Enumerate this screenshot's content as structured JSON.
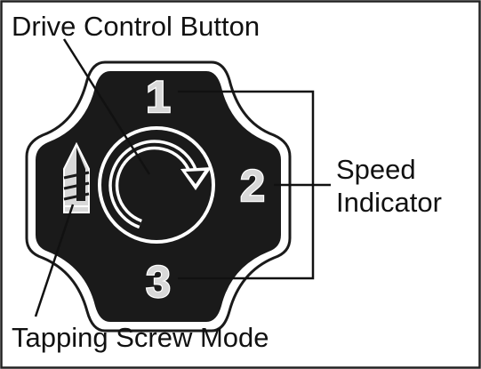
{
  "labels": {
    "drive_control_button": "Drive Control Button",
    "speed_indicator_line1": "Speed",
    "speed_indicator_line2": "Indicator",
    "tapping_screw_mode": "Tapping Screw Mode"
  },
  "speed_digits": [
    "1",
    "2",
    "3"
  ],
  "icons": {
    "center": "rotation-arrow-icon",
    "left": "screw-icon"
  },
  "colors": {
    "panel": "#1a1a1a",
    "outline": "#1a1a1a",
    "digits": "#d8d8d8",
    "leader_lines": "#111111",
    "frame": "#222222"
  }
}
